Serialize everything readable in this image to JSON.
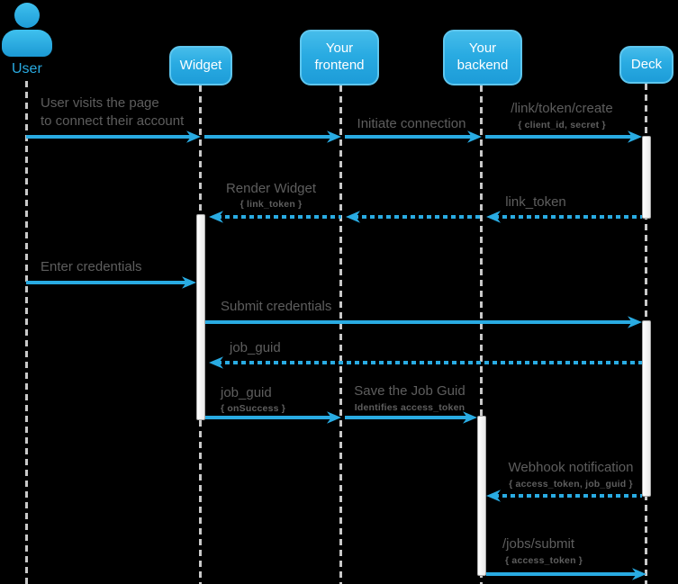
{
  "colors": {
    "accent": "#29abe2",
    "label": "#5e5e5e",
    "lifeline": "#c9c9c9",
    "background": "#000000",
    "box_text": "#ffffff",
    "activation_fill": "#f4f4f4",
    "activation_border": "#a8a8a8"
  },
  "diagram_type": "sequence",
  "actor": {
    "label": "User",
    "icon": "person-icon"
  },
  "participants": [
    {
      "label": "Widget"
    },
    {
      "label": "Your frontend"
    },
    {
      "label": "Your backend"
    },
    {
      "label": "Deck"
    }
  ],
  "messages": [
    {
      "text": "User visits the page",
      "text2": "to connect their account",
      "from": "User",
      "to": "Widget",
      "style": "solid"
    },
    {
      "text": "Initiate connection",
      "from": "Your frontend",
      "to": "Your backend",
      "style": "solid"
    },
    {
      "text": "/link/token/create",
      "sub": "{ client_id, secret }",
      "from": "Your backend",
      "to": "Deck",
      "style": "solid"
    },
    {
      "text": "Render Widget",
      "sub": "{ link_token }",
      "from": "Your frontend",
      "to": "Widget",
      "style": "dashed"
    },
    {
      "text": "link_token",
      "from": "Deck",
      "to": "Your backend",
      "style": "dashed"
    },
    {
      "text": "Enter credentials",
      "from": "User",
      "to": "Widget",
      "style": "solid"
    },
    {
      "text": "Submit credentials",
      "from": "Widget",
      "to": "Deck",
      "style": "solid"
    },
    {
      "text": "job_guid",
      "from": "Deck",
      "to": "Widget",
      "style": "dashed"
    },
    {
      "text": "job_guid",
      "sub": "{ onSuccess }",
      "from": "Widget",
      "to": "Your frontend",
      "style": "solid"
    },
    {
      "text": "Save the Job Guid",
      "sub": "Identifies access_token",
      "from": "Your frontend",
      "to": "Your backend",
      "style": "solid"
    },
    {
      "text": "Webhook notification",
      "sub": "{ access_token, job_guid }",
      "from": "Deck",
      "to": "Your backend",
      "style": "dashed"
    },
    {
      "text": "/jobs/submit",
      "sub": "{ access_token }",
      "from": "Your backend",
      "to": "Deck",
      "style": "solid"
    }
  ]
}
